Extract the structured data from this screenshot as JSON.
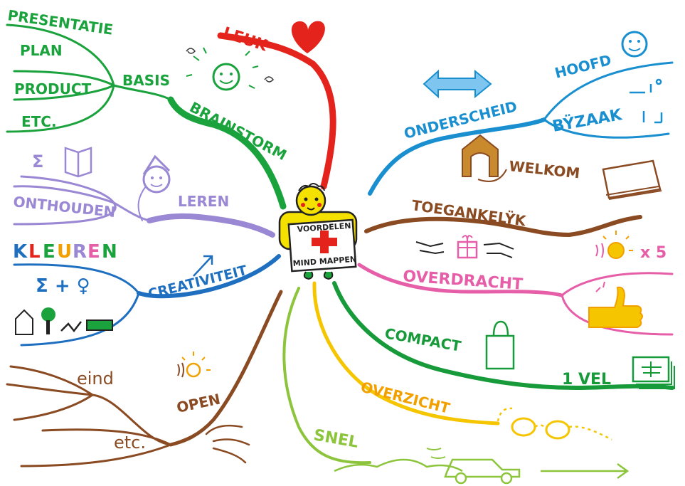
{
  "colors": {
    "red": "#e4241c",
    "green": "#1aa23c",
    "purple": "#9a88d4",
    "blue": "#1f6fc0",
    "lightblue": "#1a8fd0",
    "brown": "#8a4a22",
    "pink": "#e65ea8",
    "teal": "#179a3a",
    "yellow": "#f5c500",
    "lime": "#8cc43c",
    "orange": "#f2a000"
  },
  "center": {
    "line1": "VOORDELEN",
    "line2": "MIND MAPPEN"
  },
  "branches": {
    "leuk": "LEUK",
    "brainstorm": "BRAINSTORM",
    "basis": "BASIS",
    "presentatie": "PRESENTATIE",
    "plan": "PLAN",
    "product": "PRODUCT",
    "etc1": "ETC.",
    "leren": "LEREN",
    "onthouden": "ONTHOUDEN",
    "creativiteit": "CREATIVITEIT",
    "kleuren": "KLEUREN",
    "kleur_letters": [
      "K",
      "L",
      "E",
      "U",
      "R",
      "E",
      "N"
    ],
    "kleur_colors": [
      "#1f6fc0",
      "#e4241c",
      "#1aa23c",
      "#f2a000",
      "#9a88d4",
      "#e65ea8",
      "#1aa23c"
    ],
    "symbols": "Σ + ♀",
    "open": "OPEN",
    "eind": "eind",
    "etc2": "etc.",
    "onderscheid": "ONDERSCHEID",
    "hoofd": "HOOFD",
    "bijzaak": "BŸZAAK",
    "toegankelijk": "TOEGANKELŸK",
    "welkom": "WELKOM",
    "overdracht": "OVERDRACHT",
    "x5": "x 5",
    "compact": "COMPACT",
    "vel": "1 VEL",
    "overzicht": "OVERZICHT",
    "snel": "SNEL"
  }
}
